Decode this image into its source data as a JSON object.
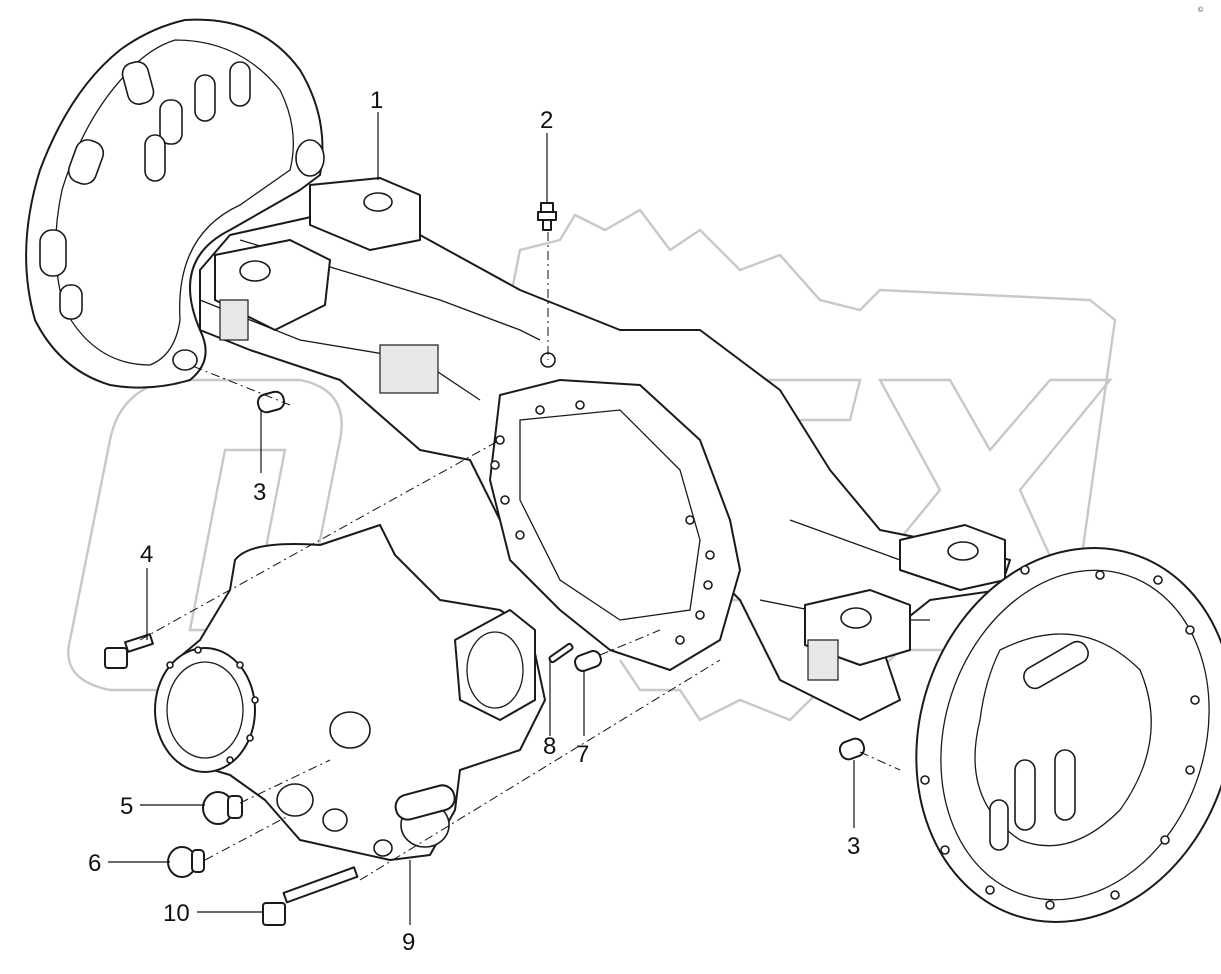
{
  "diagram": {
    "callouts": [
      {
        "id": "1",
        "label": "1"
      },
      {
        "id": "2",
        "label": "2"
      },
      {
        "id": "3a",
        "label": "3"
      },
      {
        "id": "3b",
        "label": "3"
      },
      {
        "id": "4",
        "label": "4"
      },
      {
        "id": "5",
        "label": "5"
      },
      {
        "id": "6",
        "label": "6"
      },
      {
        "id": "7",
        "label": "7"
      },
      {
        "id": "8",
        "label": "8"
      },
      {
        "id": "9",
        "label": "9"
      },
      {
        "id": "10",
        "label": "10"
      }
    ],
    "watermark": "OREX",
    "corner_mark": "©"
  }
}
